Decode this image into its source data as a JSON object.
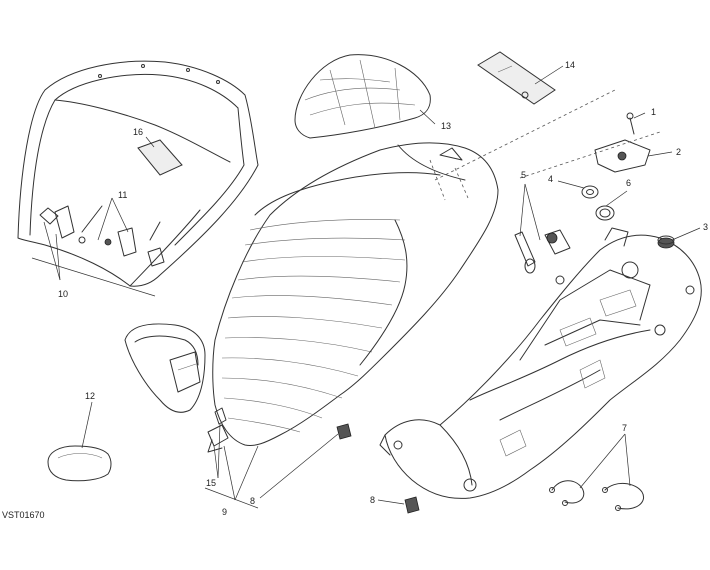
{
  "drawing_code": "VST01670",
  "callouts": [
    {
      "id": "c1",
      "text": "1"
    },
    {
      "id": "c2",
      "text": "2"
    },
    {
      "id": "c3",
      "text": "3"
    },
    {
      "id": "c4",
      "text": "4"
    },
    {
      "id": "c5",
      "text": "5"
    },
    {
      "id": "c6",
      "text": "6"
    },
    {
      "id": "c7",
      "text": "7"
    },
    {
      "id": "c8a",
      "text": "8"
    },
    {
      "id": "c8b",
      "text": "8"
    },
    {
      "id": "c9",
      "text": "9"
    },
    {
      "id": "c10",
      "text": "10"
    },
    {
      "id": "c11",
      "text": "11"
    },
    {
      "id": "c12",
      "text": "12"
    },
    {
      "id": "c13",
      "text": "13"
    },
    {
      "id": "c14",
      "text": "14"
    },
    {
      "id": "c15",
      "text": "15"
    },
    {
      "id": "c16",
      "text": "16"
    }
  ]
}
